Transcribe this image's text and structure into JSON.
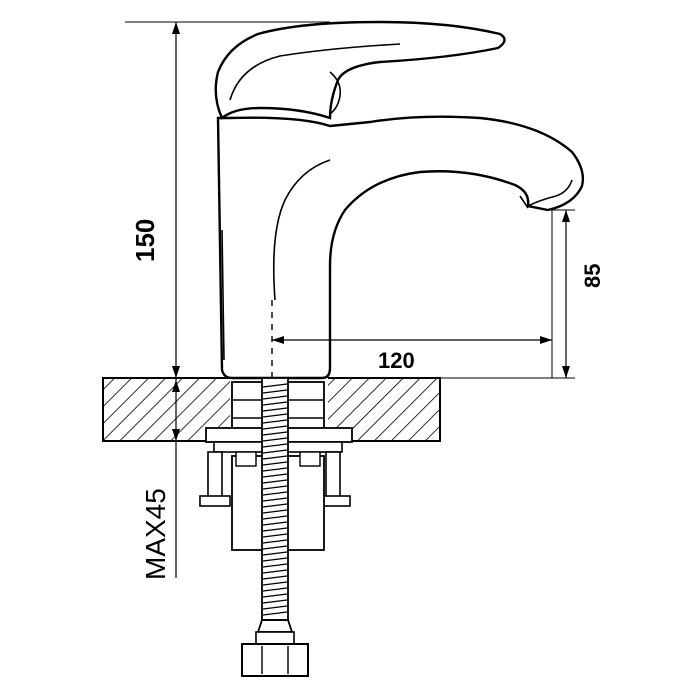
{
  "dimensions": {
    "height_total": "150",
    "spout_height": "85",
    "spout_reach": "120",
    "max_thickness": "MAX45"
  },
  "colors": {
    "line": "#000000",
    "background": "#ffffff"
  }
}
